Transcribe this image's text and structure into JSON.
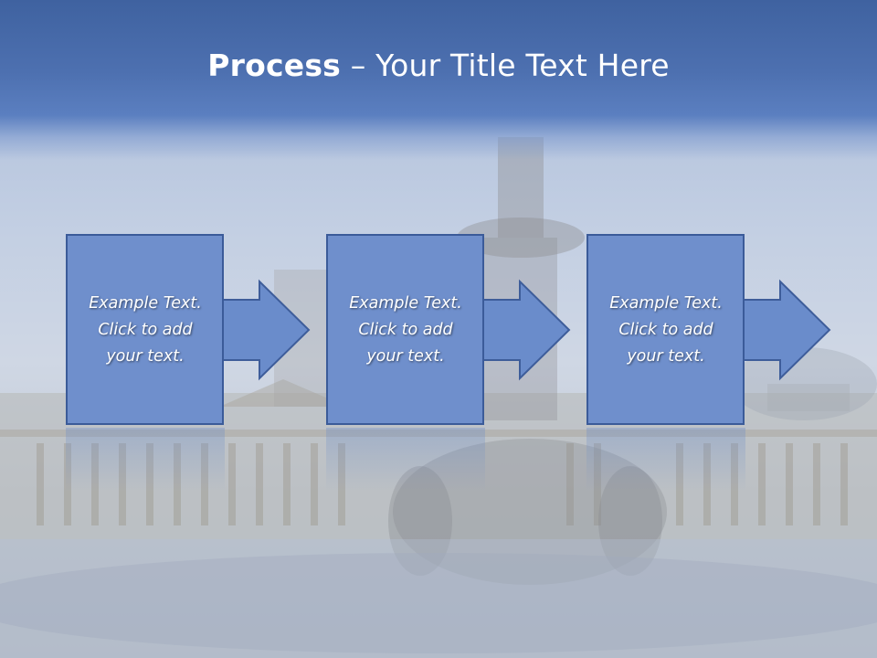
{
  "slide": {
    "title_bold": "Process",
    "title_rest": " – Your Title Text Here"
  },
  "steps": [
    {
      "text": "Example Text.\nClick  to add\nyour text.",
      "arrow_icon": "right-arrow-icon"
    },
    {
      "text": "Example Text.\nClick  to add\nyour text.",
      "arrow_icon": "right-arrow-icon"
    },
    {
      "text": "Example Text.\nClick  to add\nyour text.",
      "arrow_icon": "right-arrow-icon"
    }
  ],
  "colors": {
    "header": "#4d70b0",
    "box_fill": "#6f8fcc",
    "box_border": "#3b5b99",
    "text": "#ffffff"
  }
}
